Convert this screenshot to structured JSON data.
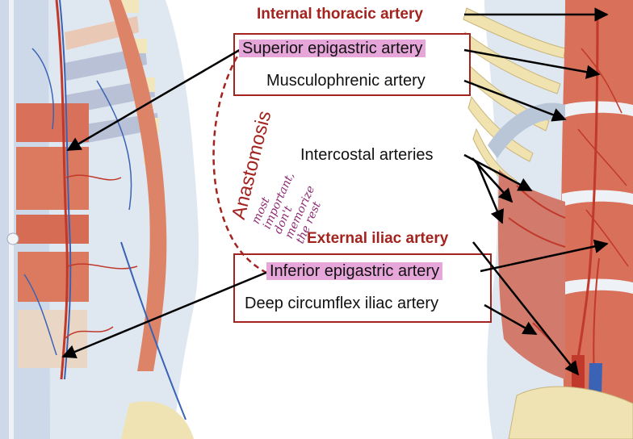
{
  "labels": {
    "internal_thoracic": "Internal thoracic artery",
    "superior_epigastric": "Superior epigastric artery",
    "musculophrenic": "Musculophrenic artery",
    "intercostal": "Intercostal arteries",
    "external_iliac": "External iliac artery",
    "inferior_epigastric": "Inferior epigastric artery",
    "deep_circumflex": "Deep circumflex iliac artery",
    "anastomosis": "Anastomosis"
  },
  "handwritten_note": {
    "line1": "most",
    "line2": "important,",
    "line3": "don't",
    "line4": "memorize",
    "line5": "the rest"
  },
  "colors": {
    "label_red": "#a3241f",
    "highlight_pink": "#e6a6d9",
    "note_purple": "#8d2a73",
    "artery_red": "#c0392b",
    "vein_blue": "#3a63b5",
    "muscle": "#d9705a",
    "fascia": "#c9d9ea",
    "rib_bone": "#f0e3b0"
  }
}
